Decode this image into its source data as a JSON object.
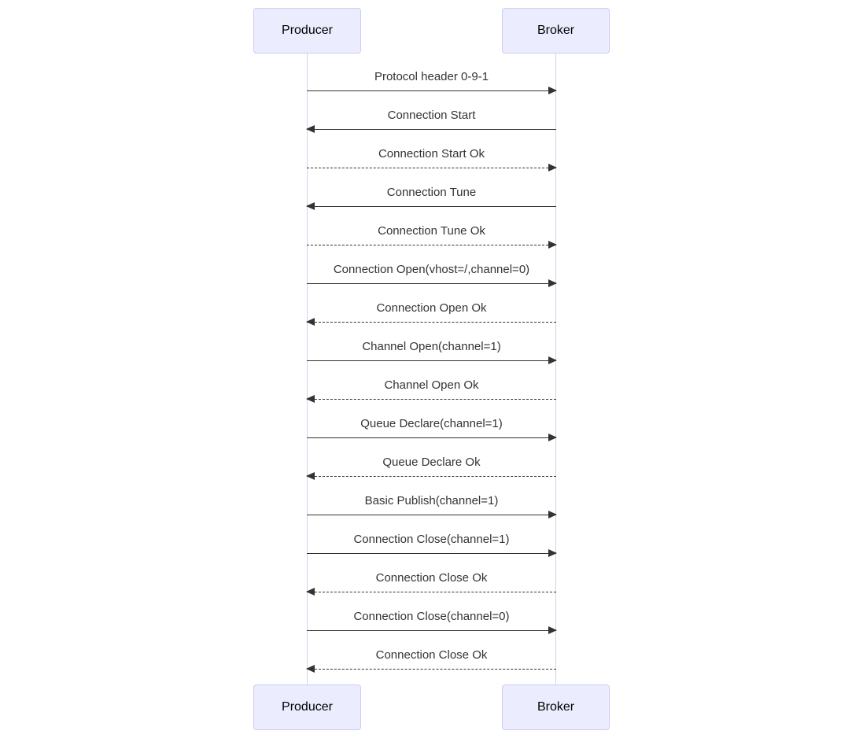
{
  "diagram": {
    "type": "sequence",
    "actors": [
      {
        "name": "Producer"
      },
      {
        "name": "Broker"
      }
    ],
    "messages": [
      {
        "from": "Producer",
        "to": "Broker",
        "label": "Protocol header 0-9-1",
        "line": "solid",
        "direction": "right"
      },
      {
        "from": "Broker",
        "to": "Producer",
        "label": "Connection Start",
        "line": "solid",
        "direction": "left"
      },
      {
        "from": "Producer",
        "to": "Broker",
        "label": "Connection Start Ok",
        "line": "dashed",
        "direction": "right"
      },
      {
        "from": "Broker",
        "to": "Producer",
        "label": "Connection Tune",
        "line": "solid",
        "direction": "left"
      },
      {
        "from": "Producer",
        "to": "Broker",
        "label": "Connection Tune Ok",
        "line": "dashed",
        "direction": "right"
      },
      {
        "from": "Producer",
        "to": "Broker",
        "label": "Connection Open(vhost=/,channel=0)",
        "line": "solid",
        "direction": "right"
      },
      {
        "from": "Broker",
        "to": "Producer",
        "label": "Connection Open Ok",
        "line": "dashed",
        "direction": "left"
      },
      {
        "from": "Producer",
        "to": "Broker",
        "label": "Channel Open(channel=1)",
        "line": "solid",
        "direction": "right"
      },
      {
        "from": "Broker",
        "to": "Producer",
        "label": "Channel Open Ok",
        "line": "dashed",
        "direction": "left"
      },
      {
        "from": "Producer",
        "to": "Broker",
        "label": "Queue Declare(channel=1)",
        "line": "solid",
        "direction": "right"
      },
      {
        "from": "Broker",
        "to": "Producer",
        "label": "Queue Declare Ok",
        "line": "dashed",
        "direction": "left"
      },
      {
        "from": "Producer",
        "to": "Broker",
        "label": "Basic Publish(channel=1)",
        "line": "solid",
        "direction": "right"
      },
      {
        "from": "Producer",
        "to": "Broker",
        "label": "Connection Close(channel=1)",
        "line": "solid",
        "direction": "right"
      },
      {
        "from": "Broker",
        "to": "Producer",
        "label": "Connection Close Ok",
        "line": "dashed",
        "direction": "left"
      },
      {
        "from": "Producer",
        "to": "Broker",
        "label": "Connection Close(channel=0)",
        "line": "solid",
        "direction": "right"
      },
      {
        "from": "Broker",
        "to": "Producer",
        "label": "Connection Close Ok",
        "line": "dashed",
        "direction": "left"
      }
    ],
    "colors": {
      "actor_fill": "#ECECFF",
      "actor_border": "#CCCCF2",
      "lifeline": "#D5D0E8",
      "arrow": "#333333",
      "message_text": "#333333",
      "background": "#FFFFFF"
    }
  }
}
